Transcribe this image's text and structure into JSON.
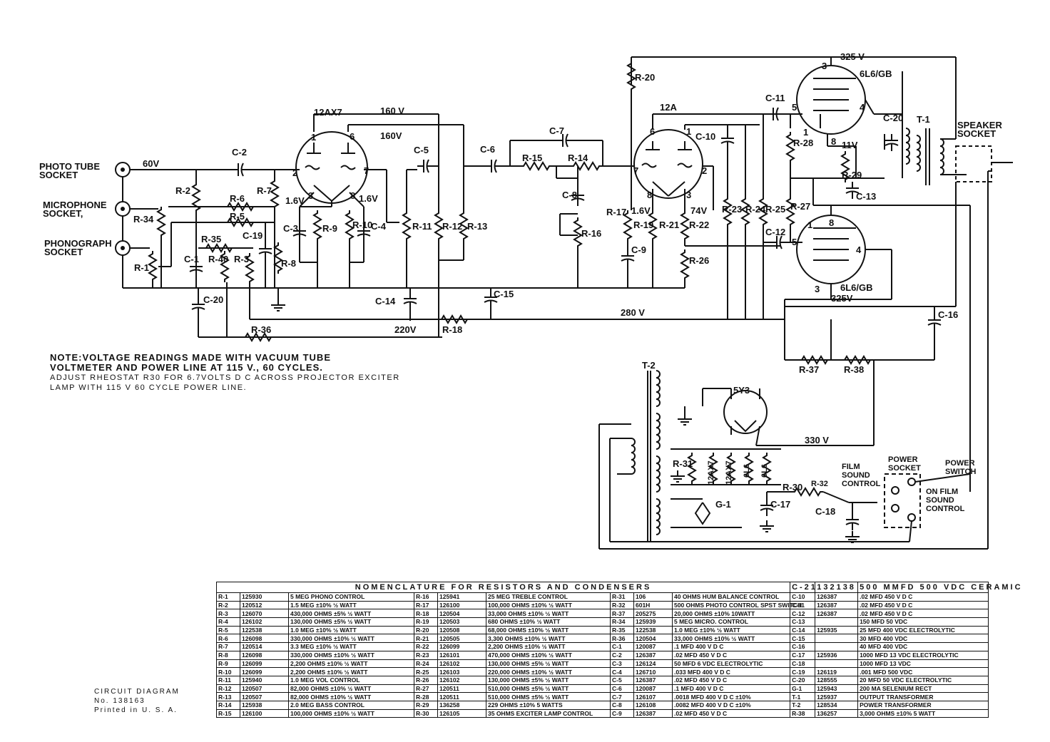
{
  "sockets": {
    "photo_tube": "PHOTO TUBE\nSOCKET",
    "microphone": "MICROPHONE\nSOCKET,",
    "phonograph": "PHONOGRAPH\nSOCKET",
    "speaker": "SPEAKER\nSOCKET",
    "power": "POWER\nSOCKET"
  },
  "tubes": {
    "v1": "12AX7",
    "v2": "12A",
    "v3": "6L6/GB",
    "v4": "6L6/GB",
    "rect": "5Y3"
  },
  "voltages": {
    "v60": "60V",
    "v160a": "160 V",
    "v160b": "160V",
    "v16a": "1.6V",
    "v16b": "1.6V",
    "v16c": "1.6V",
    "v74": "74V",
    "v325a": "325 V",
    "v325b": "325V",
    "v280": "280 V",
    "v220": "220V",
    "v330": "330 V",
    "v11": "11V"
  },
  "labels": {
    "R1": "R-1",
    "R2": "R-2",
    "R3": "R-3",
    "R5": "R-5",
    "R6": "R-6",
    "R7": "R-7",
    "R8": "R-8",
    "R9": "R-9",
    "R10": "R-10",
    "R11": "R-11",
    "R12": "R-12",
    "R13": "R-13",
    "R14": "R-14",
    "R15": "R-15",
    "R16": "R-16",
    "R17": "R-17",
    "R18": "R-18",
    "R19": "R-19",
    "R20": "R-20",
    "R21": "R-21",
    "R22": "R-22",
    "R23": "R-23",
    "R24": "R-24",
    "R25": "R-25",
    "R26": "R-26",
    "R27": "R-27",
    "R28": "R-28",
    "R29": "R-29",
    "R30": "R-30",
    "R31": "R-31",
    "R32": "R-32",
    "R34": "R-34",
    "R35": "R-35",
    "R36": "R-36",
    "R37": "R-37",
    "R38": "R-38",
    "R40": "R-40",
    "C1": "C-1",
    "C2": "C-2",
    "C3": "C-3",
    "C4": "C-4",
    "C5": "C-5",
    "C6": "C-6",
    "C7": "C-7",
    "C8": "C-8",
    "C9": "C-9",
    "C10": "C-10",
    "C11": "C-11",
    "C12": "C-12",
    "C13": "C-13",
    "C14": "C-14",
    "C15": "C-15",
    "C16": "C-16",
    "C17": "C-17",
    "C18": "C-18",
    "C19": "C-19",
    "C20": "C-20",
    "G1": "G-1",
    "T1": "T-1",
    "T2": "T-2",
    "film_sound_control": "FILM\nSOUND\nCONTROL",
    "power_switch": "POWER\nSWITCH",
    "on_film": "ON FILM\nSOUND\nCONTROL",
    "heater_tubes": [
      "12AX7",
      "12AX7",
      "6L6",
      "6L6"
    ]
  },
  "note": [
    "NOTE:VOLTAGE READINGS MADE WITH VACUUM TUBE",
    "VOLTMETER AND POWER LINE AT 115 V., 60 CYCLES.",
    "ADJUST RHEOSTAT R30 FOR 6.7VOLTS D C ACROSS PROJECTOR EXCITER",
    "LAMP WITH 115 V 60 CYCLE POWER LINE."
  ],
  "caption": [
    "CIRCUIT DIAGRAM",
    "No. 138163",
    "Printed in U. S. A."
  ],
  "table": {
    "title": "NOMENCLATURE FOR RESISTORS AND CONDENSERS",
    "rows": [
      [
        "R-1",
        "125930",
        "5 MEG PHONO CONTROL",
        "R-16",
        "125941",
        "25 MEG TREBLE CONTROL",
        "R-31",
        "106",
        "40 OHMS HUM BALANCE CONTROL",
        "C-10",
        "126387",
        ".02 MFD 450 V D C"
      ],
      [
        "R-2",
        "120512",
        "1.5 MEG ±10% ½ WATT",
        "R-17",
        "126100",
        "100,000 OHMS ±10% ½ WATT",
        "R-32",
        "601H",
        "500 OHMS PHOTO CONTROL SPST SWITCH",
        "C-11",
        "126387",
        ".02 MFD 450 V D C"
      ],
      [
        "R-3",
        "126070",
        "430,000 OHMS ±5% ½ WATT",
        "R-18",
        "120504",
        "33,000 OHMS ±10% ½ WATT",
        "R-37",
        "205275",
        "20,000 OHMS ±10% 10WATT",
        "C-12",
        "126387",
        ".02 MFD 450 V D C"
      ],
      [
        "R-4",
        "126102",
        "130,000 OHMS ±5% ½ WATT",
        "R-19",
        "120503",
        "680 OHMS ±10% ½ WATT",
        "R-34",
        "125939",
        "5 MEG MICRO. CONTROL",
        "C-13",
        "",
        "150 MFD 50 VDC"
      ],
      [
        "R-5",
        "122538",
        "1.0 MEG ±10% ½ WATT",
        "R-20",
        "120508",
        "68,000 OHMS ±10% ½ WATT",
        "R-35",
        "122538",
        "1.0 MEG ±10% ½ WATT",
        "C-14",
        "125935",
        "25 MFD 400 VDC ELECTROLYTIC"
      ],
      [
        "R-6",
        "126098",
        "330,000 OHMS ±10% ½ WATT",
        "R-21",
        "120505",
        "3,300 OHMS ±10% ½ WATT",
        "R-36",
        "120504",
        "33,000 OHMS ±10% ½ WATT",
        "C-15",
        "",
        "30 MFD 400 VDC"
      ],
      [
        "R-7",
        "120514",
        "3.3 MEG ±10% ½ WATT",
        "R-22",
        "126099",
        "2,200 OHMS ±10% ½ WATT",
        "C-1",
        "120087",
        ".1 MFD 400 V D C",
        "C-16",
        "",
        "40 MFD 400 VDC"
      ],
      [
        "R-8",
        "126098",
        "330,000 OHMS ±10% ½ WATT",
        "R-23",
        "126101",
        "470,000 OHMS ±10% ½ WATT",
        "C-2",
        "126387",
        ".02 MFD 450 V D C",
        "C-17",
        "125936",
        "1000 MFD 13 VDC ELECTROLYTIC"
      ],
      [
        "R-9",
        "126099",
        "2,200 OHMS ±10% ½ WATT",
        "R-24",
        "126102",
        "130,000 OHMS ±5% ½ WATT",
        "C-3",
        "126124",
        "50 MFD 6 VDC ELECTROLYTIC",
        "C-18",
        "",
        "1000 MFD 13 VDC"
      ],
      [
        "R-10",
        "126099",
        "2,200 OHMS ±10% ½ WATT",
        "R-25",
        "126103",
        "220,000 OHMS ±10% ½ WATT",
        "C-4",
        "126710",
        ".033 MFD 400 V D C",
        "C-19",
        "126119",
        ".001 MFD 500 VDC"
      ],
      [
        "R-11",
        "125940",
        "1.0 MEG VOL CONTROL",
        "R-26",
        "126102",
        "130,000 OHMS ±5% ½ WATT",
        "C-5",
        "126387",
        ".02 MFD 450 V D C",
        "C-20",
        "128555",
        "20 MFD 50 VDC ELECTROLYTIC"
      ],
      [
        "R-12",
        "120507",
        "82,000 OHMS ±10% ½ WATT",
        "R-27",
        "120511",
        "510,000 OHMS ±5% ½ WATT",
        "C-6",
        "120087",
        ".1 MFD 400 V D C",
        "G-1",
        "125943",
        "200 MA SELENIUM RECT"
      ],
      [
        "R-13",
        "120507",
        "82,000 OHMS ±10% ½ WATT",
        "R-28",
        "120511",
        "510,000 OHMS ±5% ½ WATT",
        "C-7",
        "126107",
        ".0018 MFD 400 V D C ±10%",
        "T-1",
        "125937",
        "OUTPUT TRANSFORMER"
      ],
      [
        "R-14",
        "125938",
        "2.0 MEG BASS CONTROL",
        "R-29",
        "136258",
        "229 OHMS ±10% 5 WATTS",
        "C-8",
        "126108",
        ".0082 MFD 400 V D C ±10%",
        "T-2",
        "128534",
        "POWER TRANSFORMER"
      ],
      [
        "R-15",
        "126100",
        "100,000 OHMS ±10% ½ WATT",
        "R-30",
        "126105",
        "35 OHMS EXCITER LAMP CONTROL",
        "C-9",
        "126387",
        ".02 MFD 450 V D C",
        "R-38",
        "136257",
        "3,000 OHMS ±10% 5 WATT"
      ]
    ],
    "c21": [
      "C-21",
      "132138",
      "500 MMFD 500 VDC CERAMIC"
    ]
  }
}
